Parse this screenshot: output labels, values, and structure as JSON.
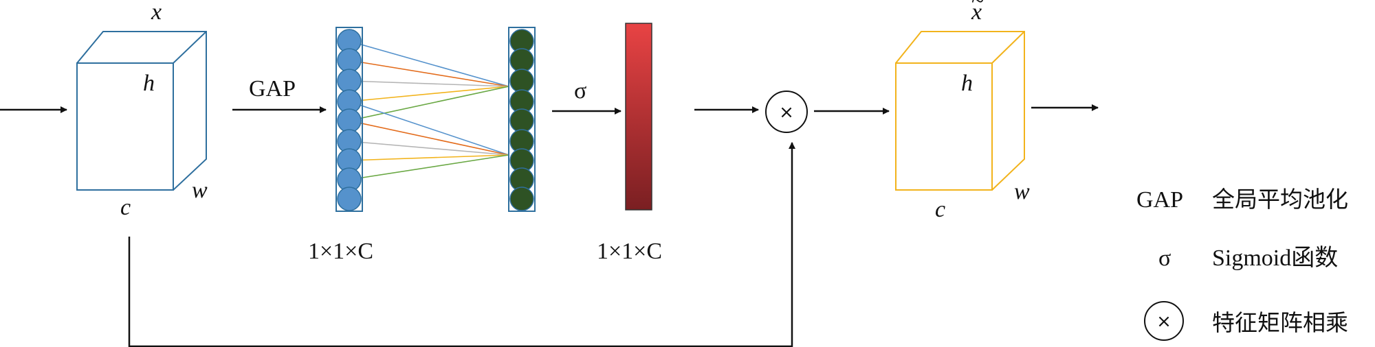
{
  "input_block": {
    "top": "x",
    "depth": "h",
    "bottom": "c",
    "side": "w"
  },
  "gap_arrow_label": "GAP",
  "fc_dim_label": "1×1×C",
  "sigma_label": "σ",
  "sigmoid_dim_label": "1×1×C",
  "multiply_symbol": "×",
  "output_block": {
    "top": "x",
    "top_accent": "~",
    "depth": "h",
    "bottom": "c",
    "side": "w"
  },
  "colors": {
    "input_block": "#2e6f9e",
    "output_block": "#f2b31b",
    "input_neuron": "#5592cc",
    "output_neuron": "#2e5224",
    "edges": [
      "#5592cc",
      "#e36c1c",
      "#b4b4b4",
      "#f2b31b",
      "#6aa844"
    ],
    "bar_top": "#e84344",
    "bar_bottom": "#7a1f22"
  },
  "legend": [
    {
      "symbol": "GAP",
      "text": "全局平均池化"
    },
    {
      "symbol": "σ",
      "text": "Sigmoid函数"
    },
    {
      "symbol": "×",
      "text": "特征矩阵相乘"
    }
  ]
}
